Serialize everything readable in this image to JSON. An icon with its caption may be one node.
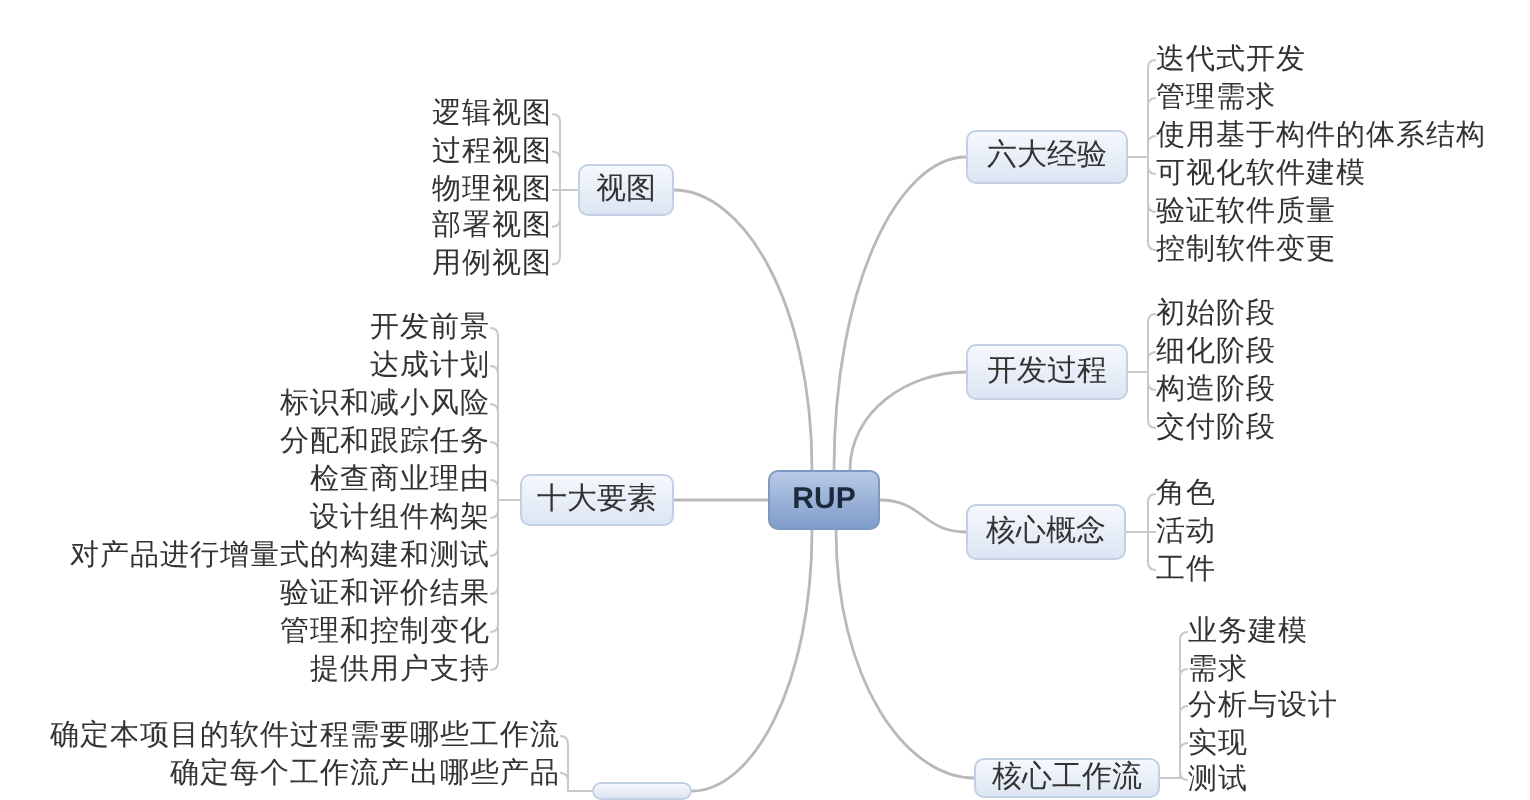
{
  "diagram": {
    "nodes": [
      {
        "text": [
          "RUP"
        ]
      },
      {
        "text": [
          "视图"
        ]
      },
      {
        "text": [
          "逻辑视图"
        ]
      },
      {
        "text": [
          "过程视图"
        ]
      },
      {
        "text": [
          "物理视图"
        ]
      },
      {
        "text": [
          "部署视图"
        ]
      },
      {
        "text": [
          "用例视图"
        ]
      },
      {
        "text": [
          "十大要素"
        ]
      },
      {
        "text": [
          "开发前景"
        ]
      },
      {
        "text": [
          "达成计划"
        ]
      },
      {
        "text": [
          "标识和减小风险"
        ]
      },
      {
        "text": [
          "分配和跟踪任务"
        ]
      },
      {
        "text": [
          "检查商业理由"
        ]
      },
      {
        "text": [
          "设计组件构架"
        ]
      },
      {
        "text": [
          "对产品进行增量式的构建和测试"
        ]
      },
      {
        "text": [
          "验证和评价结果"
        ]
      },
      {
        "text": [
          "管理和控制变化"
        ]
      },
      {
        "text": [
          "提供用户支持"
        ]
      },
      {
        "text": [],
        "shape": "box"
      },
      {
        "text": [
          "确定本项目的软件过程需要哪些工作流"
        ]
      },
      {
        "text": [
          "确定每个工作流产出哪些产品"
        ]
      },
      {
        "text": [
          "六大经验"
        ]
      },
      {
        "text": [
          "迭代式开发"
        ]
      },
      {
        "text": [
          "管理需求"
        ]
      },
      {
        "text": [
          "使用基于构件的体系结构"
        ]
      },
      {
        "text": [
          "可视化软件建模"
        ]
      },
      {
        "text": [
          "验证软件质量"
        ]
      },
      {
        "text": [
          "控制软件变更"
        ]
      },
      {
        "text": [
          "开发过程"
        ]
      },
      {
        "text": [
          "初始阶段"
        ]
      },
      {
        "text": [
          "细化阶段"
        ]
      },
      {
        "text": [
          "构造阶段"
        ]
      },
      {
        "text": [
          "交付阶段"
        ]
      },
      {
        "text": [
          "核心概念"
        ]
      },
      {
        "text": [
          "角色"
        ]
      },
      {
        "text": [
          "活动"
        ]
      },
      {
        "text": [
          "工件"
        ]
      },
      {
        "text": [
          "核心工作流"
        ]
      },
      {
        "text": [
          "业务建模"
        ]
      },
      {
        "text": [
          "需求"
        ]
      },
      {
        "text": [
          "分析与设计"
        ]
      },
      {
        "text": [
          "实现"
        ]
      },
      {
        "text": [
          "测试"
        ]
      }
    ],
    "edges": [
      {
        "from": 0,
        "to": 1,
        "arrow": "none"
      },
      {
        "from": 0,
        "to": 7,
        "arrow": "none"
      },
      {
        "from": 0,
        "to": 18,
        "arrow": "none"
      },
      {
        "from": 0,
        "to": 21,
        "arrow": "none"
      },
      {
        "from": 0,
        "to": 28,
        "arrow": "none"
      },
      {
        "from": 0,
        "to": 33,
        "arrow": "none"
      },
      {
        "from": 0,
        "to": 37,
        "arrow": "none"
      },
      {
        "from": 1,
        "to": 2,
        "arrow": "none"
      },
      {
        "from": 1,
        "to": 3,
        "arrow": "none"
      },
      {
        "from": 1,
        "to": 4,
        "arrow": "none"
      },
      {
        "from": 1,
        "to": 5,
        "arrow": "none"
      },
      {
        "from": 1,
        "to": 6,
        "arrow": "none"
      },
      {
        "from": 7,
        "to": 8,
        "arrow": "none"
      },
      {
        "from": 7,
        "to": 9,
        "arrow": "none"
      },
      {
        "from": 7,
        "to": 10,
        "arrow": "none"
      },
      {
        "from": 7,
        "to": 11,
        "arrow": "none"
      },
      {
        "from": 7,
        "to": 12,
        "arrow": "none"
      },
      {
        "from": 7,
        "to": 13,
        "arrow": "none"
      },
      {
        "from": 7,
        "to": 14,
        "arrow": "none"
      },
      {
        "from": 7,
        "to": 15,
        "arrow": "none"
      },
      {
        "from": 7,
        "to": 16,
        "arrow": "none"
      },
      {
        "from": 7,
        "to": 17,
        "arrow": "none"
      },
      {
        "from": 18,
        "to": 19,
        "arrow": "none"
      },
      {
        "from": 18,
        "to": 20,
        "arrow": "none"
      },
      {
        "from": 21,
        "to": 22,
        "arrow": "none"
      },
      {
        "from": 21,
        "to": 23,
        "arrow": "none"
      },
      {
        "from": 21,
        "to": 24,
        "arrow": "none"
      },
      {
        "from": 21,
        "to": 25,
        "arrow": "none"
      },
      {
        "from": 21,
        "to": 26,
        "arrow": "none"
      },
      {
        "from": 21,
        "to": 27,
        "arrow": "none"
      },
      {
        "from": 28,
        "to": 29,
        "arrow": "none"
      },
      {
        "from": 28,
        "to": 30,
        "arrow": "none"
      },
      {
        "from": 28,
        "to": 31,
        "arrow": "none"
      },
      {
        "from": 28,
        "to": 32,
        "arrow": "none"
      },
      {
        "from": 33,
        "to": 34,
        "arrow": "none"
      },
      {
        "from": 33,
        "to": 35,
        "arrow": "none"
      },
      {
        "from": 33,
        "to": 36,
        "arrow": "none"
      },
      {
        "from": 37,
        "to": 38,
        "arrow": "none"
      },
      {
        "from": 37,
        "to": 39,
        "arrow": "none"
      },
      {
        "from": 37,
        "to": 40,
        "arrow": "none"
      },
      {
        "from": 37,
        "to": 41,
        "arrow": "none"
      },
      {
        "from": 37,
        "to": 42,
        "arrow": "none"
      }
    ]
  }
}
